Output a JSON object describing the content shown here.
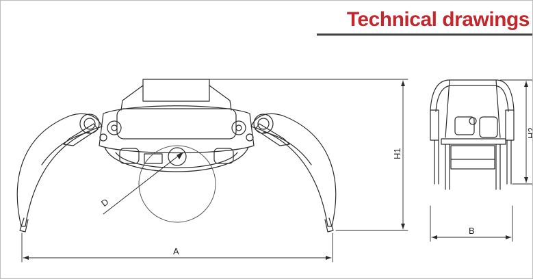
{
  "header": {
    "title": "Technical drawings",
    "accent_color": "#c1272d"
  },
  "dimensions": {
    "A": "A",
    "B": "B",
    "D": "D",
    "H1": "H1",
    "H2": "H2"
  }
}
